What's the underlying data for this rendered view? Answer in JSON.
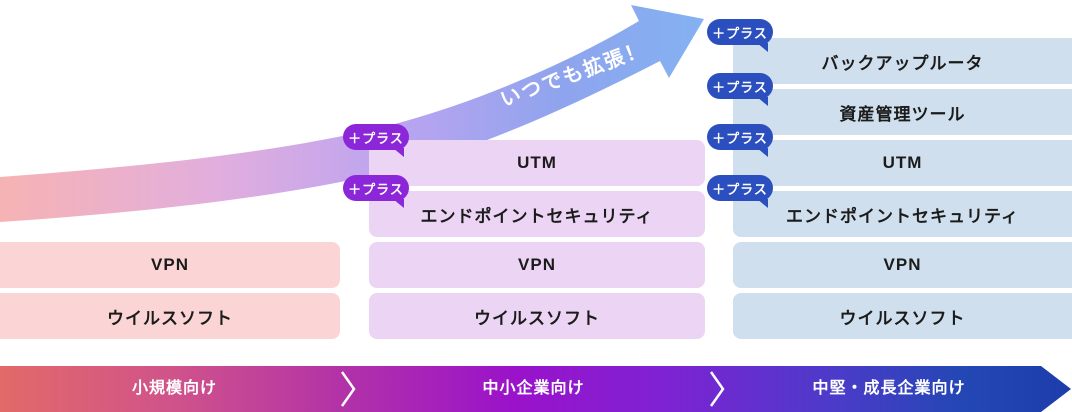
{
  "arrow_label": "いつでも拡張！",
  "badge_label": "＋プラス",
  "columns": [
    {
      "audience": "小規模向け",
      "blocks": [
        "VPN",
        "ウイルスソフト"
      ]
    },
    {
      "audience": "中小企業向け",
      "blocks": [
        "UTM",
        "エンドポイントセキュリティ",
        "VPN",
        "ウイルスソフト"
      ]
    },
    {
      "audience": "中堅・成長企業向け",
      "blocks": [
        "バックアップルータ",
        "資産管理ツール",
        "UTM",
        "エンドポイントセキュリティ",
        "VPN",
        "ウイルスソフト"
      ]
    }
  ],
  "colors": {
    "pink_block": "#fbd5d5",
    "purple_block": "#ecd4f4",
    "blue_block": "#cfdfee",
    "purple_badge": "#8b27d8",
    "blue_badge": "#2b4fbe",
    "arrow_gradient_start": "#f6b3b4",
    "arrow_gradient_end": "#82b3f2",
    "bar_gradient_start": "#e26a68",
    "bar_gradient_end": "#1c3dab"
  }
}
